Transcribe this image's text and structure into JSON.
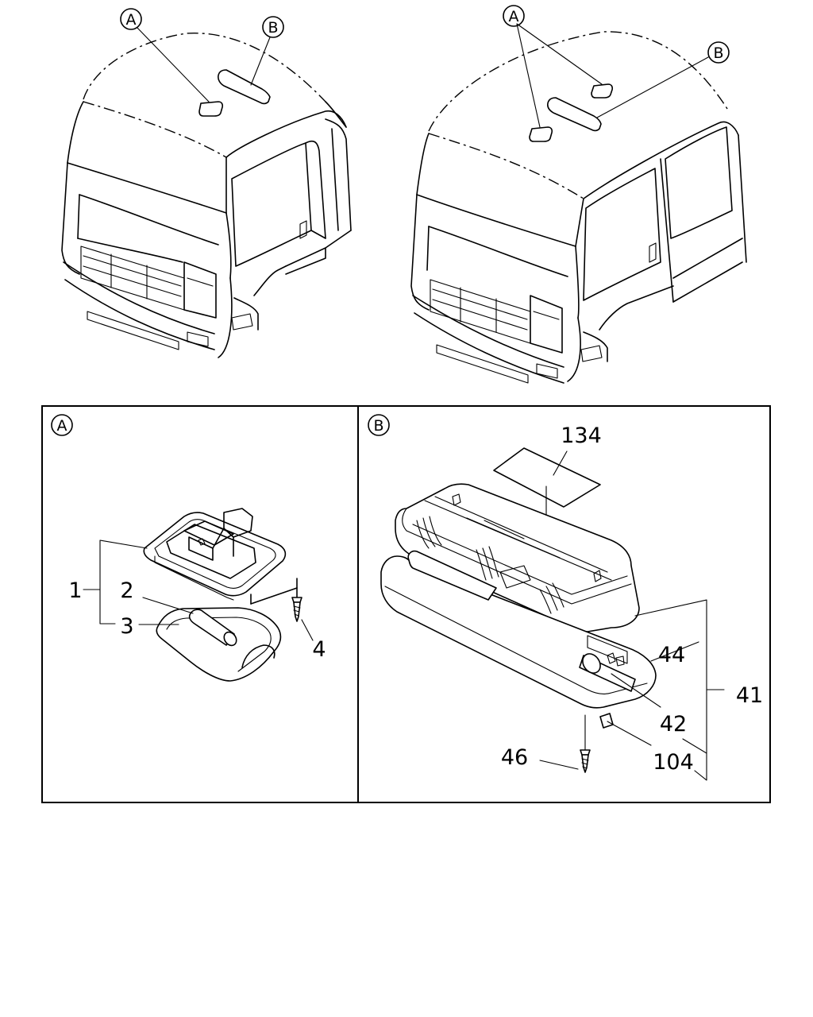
{
  "callouts": {
    "view_a": "A",
    "view_b": "B"
  },
  "panel_a": {
    "tag": "A",
    "parts": {
      "p1": "1",
      "p2": "2",
      "p3": "3",
      "p4": "4"
    }
  },
  "panel_b": {
    "tag": "B",
    "parts": {
      "p134": "134",
      "p44": "44",
      "p41": "41",
      "p42": "42",
      "p46": "46",
      "p104": "104"
    }
  }
}
